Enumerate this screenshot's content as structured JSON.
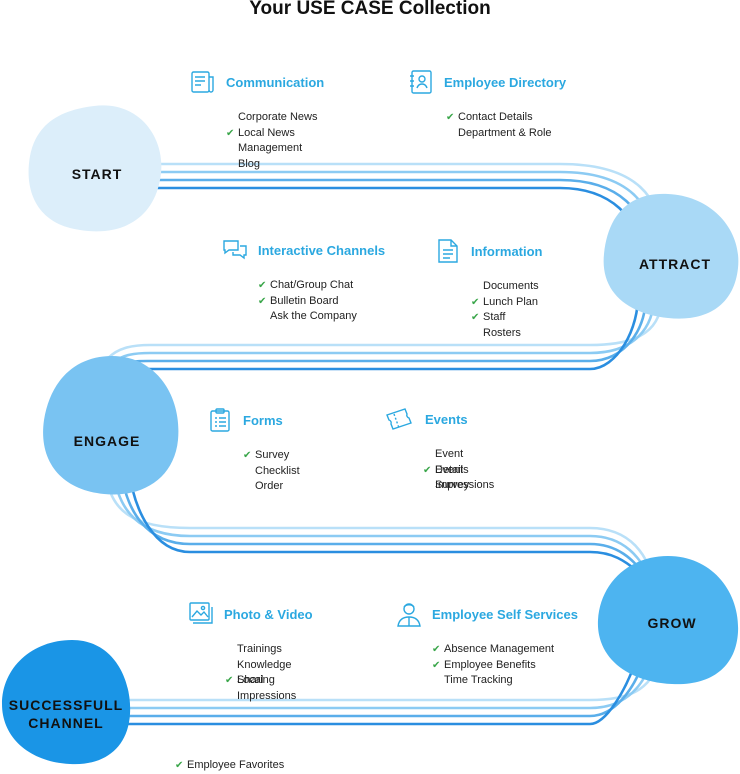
{
  "title": "Your USE CASE Collection",
  "stages": [
    {
      "label": "START",
      "color": "#dceefa"
    },
    {
      "label": "ATTRACT",
      "color": "#a9d9f6"
    },
    {
      "label": "ENGAGE",
      "color": "#79c3f2"
    },
    {
      "label": "GROW",
      "color": "#4db4f0"
    },
    {
      "label": "SUCCESSFULL\nCHANNEL",
      "color": "#1a95e6"
    }
  ],
  "sections": [
    {
      "title": "Communication",
      "icon": "newspaper-icon",
      "items": [
        {
          "text": "Corporate News",
          "checked": false
        },
        {
          "text": "Local News",
          "checked": true
        },
        {
          "text": "Management Blog",
          "checked": false
        }
      ]
    },
    {
      "title": "Employee Directory",
      "icon": "contact-book-icon",
      "items": [
        {
          "text": "Contact Details",
          "checked": true
        },
        {
          "text": "Department & Role",
          "checked": false
        }
      ]
    },
    {
      "title": "Interactive Channels",
      "icon": "chat-bubbles-icon",
      "items": [
        {
          "text": "Chat/Group Chat",
          "checked": true
        },
        {
          "text": "Bulletin Board",
          "checked": true
        },
        {
          "text": "Ask the Company",
          "checked": false
        }
      ]
    },
    {
      "title": "Information",
      "icon": "document-icon",
      "items": [
        {
          "text": "Documents",
          "checked": false
        },
        {
          "text": "Lunch Plan",
          "checked": true
        },
        {
          "text": "Staff Rosters",
          "checked": true
        }
      ]
    },
    {
      "title": "Forms",
      "icon": "clipboard-icon",
      "items": [
        {
          "text": "Survey",
          "checked": true
        },
        {
          "text": "Checklist",
          "checked": false
        },
        {
          "text": "Order",
          "checked": false
        }
      ]
    },
    {
      "title": "Events",
      "icon": "ticket-icon",
      "items": [
        {
          "text": "Event Details",
          "checked": false
        },
        {
          "text": "Event Impressions",
          "checked": true
        },
        {
          "text": "Survey",
          "checked": false
        }
      ]
    },
    {
      "title": "Photo & Video",
      "icon": "photo-gallery-icon",
      "items": [
        {
          "text": "Trainings",
          "checked": false
        },
        {
          "text": "Knowledge Sharing",
          "checked": false
        },
        {
          "text": "Local Impressions",
          "checked": true
        }
      ]
    },
    {
      "title": "Employee Self Services",
      "icon": "employee-icon",
      "items": [
        {
          "text": "Absence Management",
          "checked": true
        },
        {
          "text": "Employee Benefits",
          "checked": true
        },
        {
          "text": "Time Tracking",
          "checked": false
        }
      ]
    }
  ],
  "footer_item": {
    "text": "Employee Favorites",
    "checked": true
  },
  "colors": {
    "accent": "#2ba8e0",
    "check": "#3aa64a",
    "path_light": "#a9d9f6",
    "path_dark": "#2a8ee0"
  }
}
